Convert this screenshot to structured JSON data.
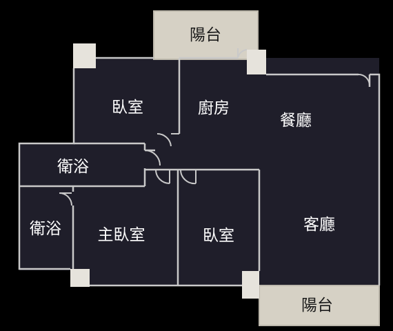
{
  "colors": {
    "background": "#000000",
    "floor": "#1f1e2a",
    "wall": "#c9c9c9",
    "balcony": "#d6d1c5",
    "pillar": "#e6e3dc",
    "text_on_floor": "#ffffff",
    "text_on_balcony": "#1a1a1a"
  },
  "rooms": {
    "balcony_top": "陽台",
    "bedroom_top": "臥室",
    "kitchen": "廚房",
    "dining": "餐廳",
    "bathroom_upper": "衛浴",
    "bathroom_lower": "衛浴",
    "master_bedroom": "主臥室",
    "bedroom_lower": "臥室",
    "living": "客廳",
    "balcony_bottom": "陽台"
  }
}
